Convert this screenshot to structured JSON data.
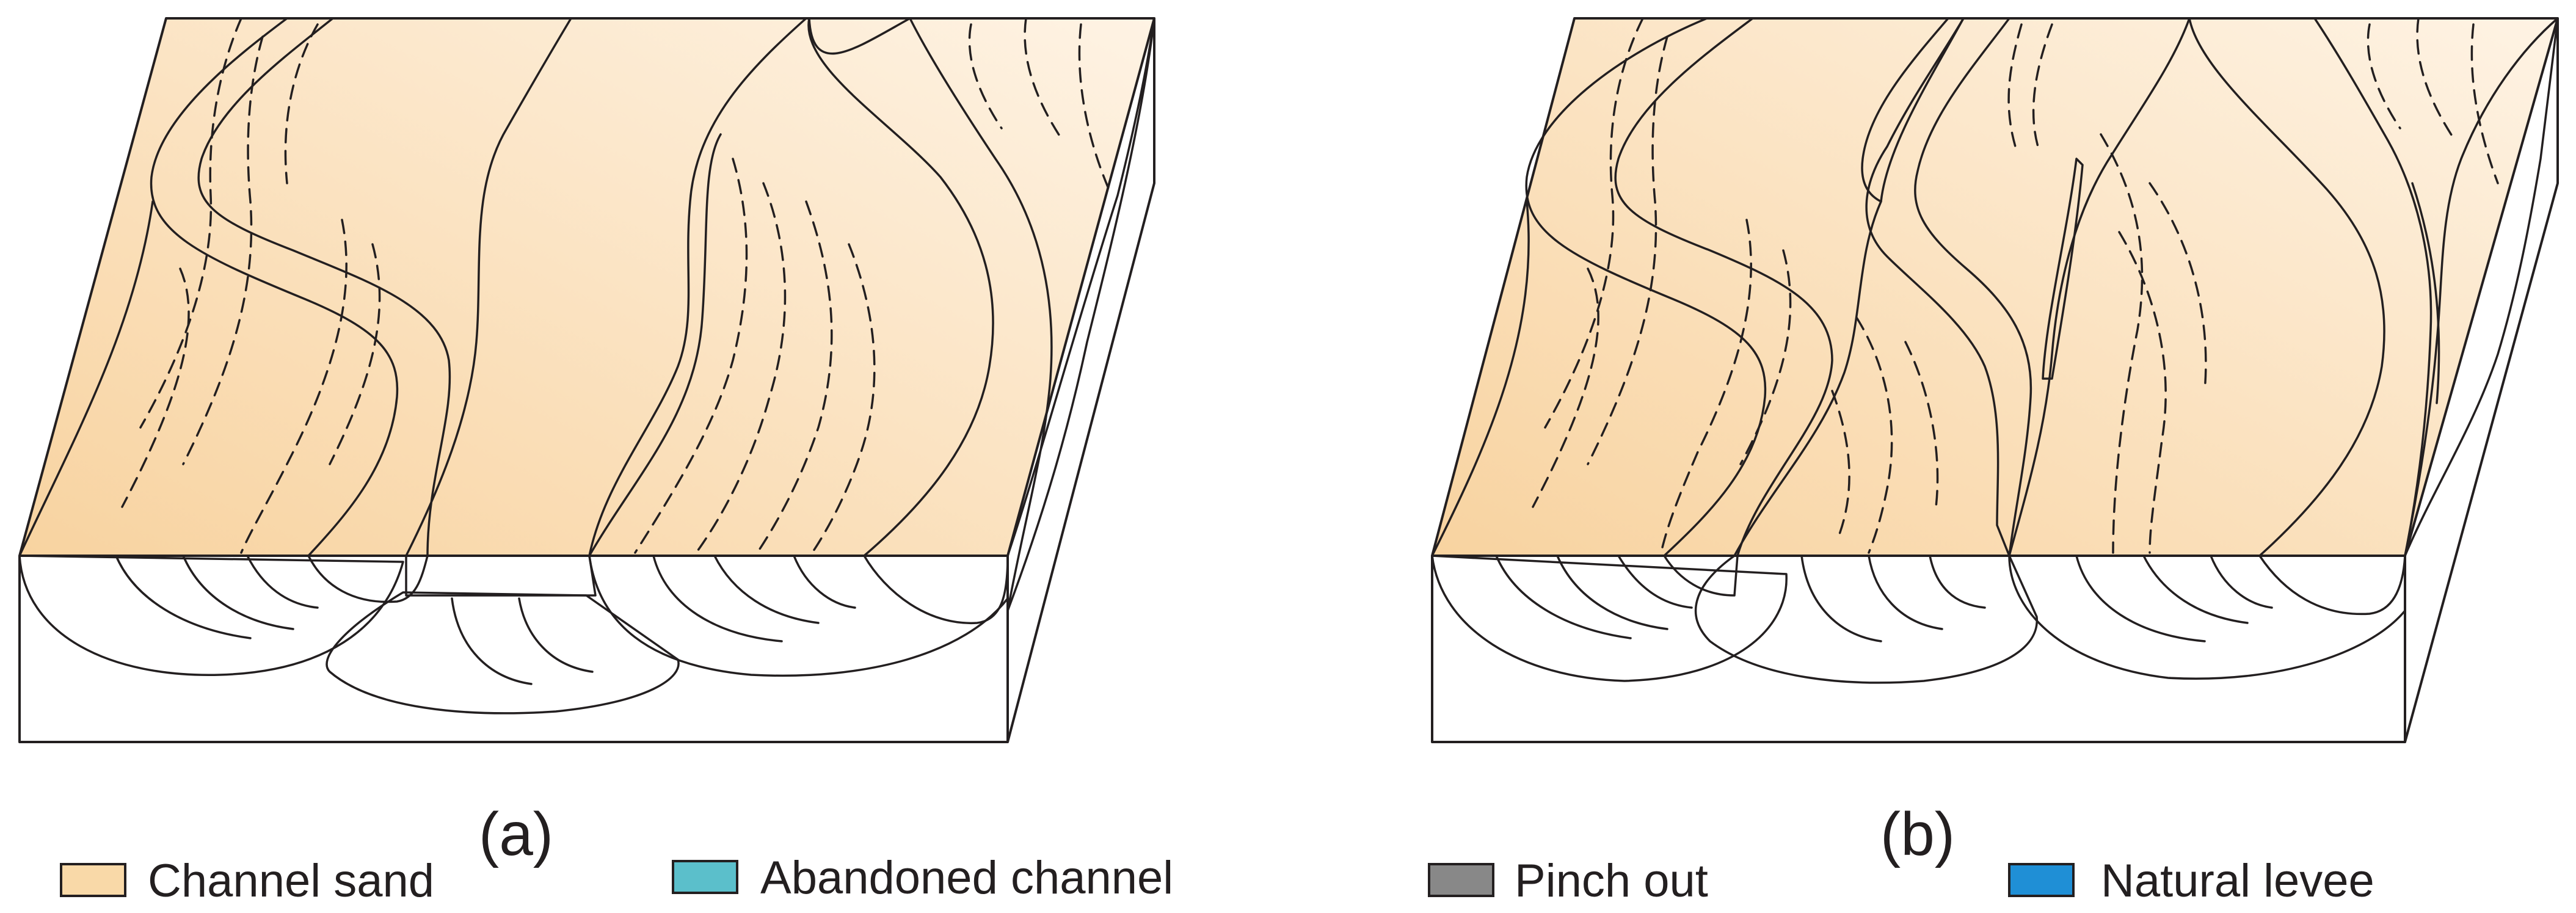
{
  "panels": [
    {
      "label": "(a)"
    },
    {
      "label": "(b)"
    }
  ],
  "legend": [
    {
      "label": "Channel sand",
      "color": "#f9d9a8"
    },
    {
      "label": "Abandoned channel",
      "color": "#5bbfcb"
    },
    {
      "label": "Pinch out",
      "color": "#888888"
    },
    {
      "label": "Natural levee",
      "color": "#1f8fd6"
    }
  ],
  "colors": {
    "sand_light": "#fef3e4",
    "sand_dark": "#f8d3a0",
    "channel_light": "#d8f0f5",
    "channel_dark": "#58bcc9",
    "pinch_light": "#e9e9e9",
    "pinch_dark": "#7d7d7d",
    "levee_light": "#a8d6f2",
    "levee_dark": "#1f8fd6",
    "line": "#231f20"
  }
}
